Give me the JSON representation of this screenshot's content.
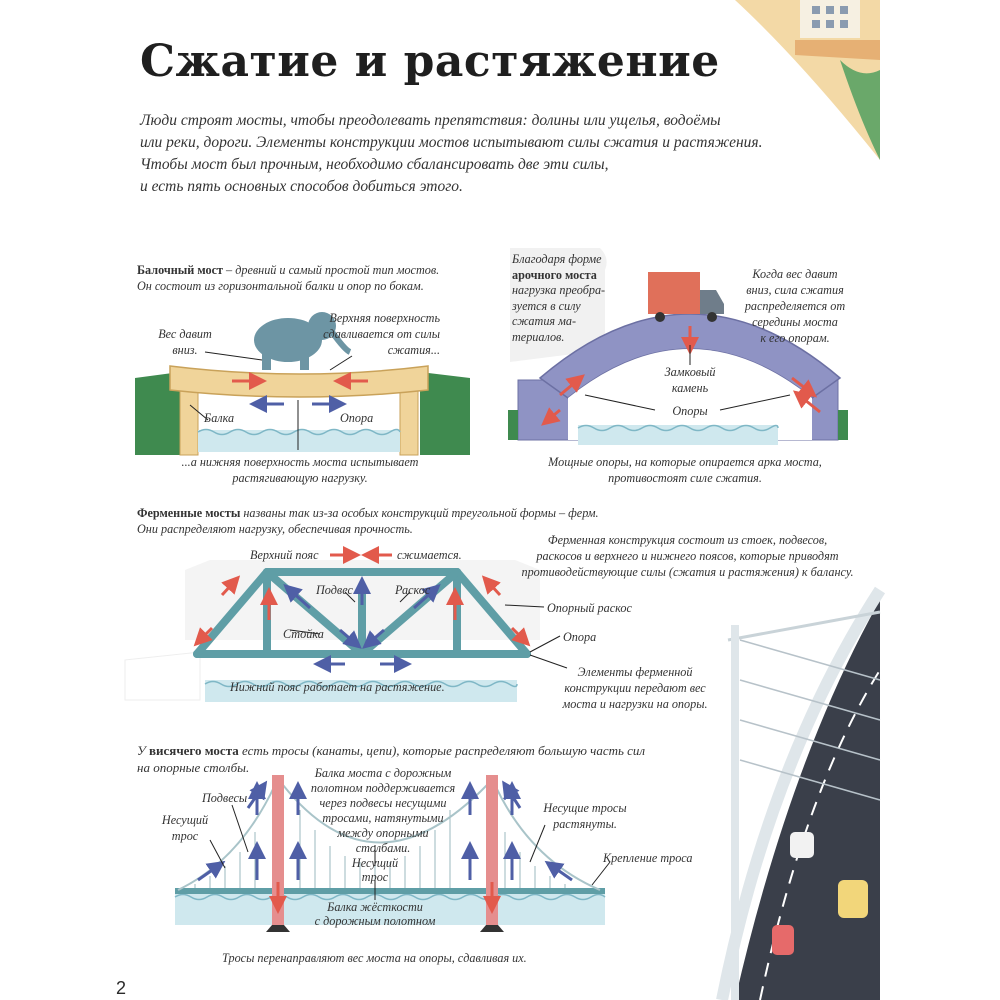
{
  "page": {
    "title": "Сжатие и растяжение",
    "intro": [
      "Люди строят мосты, чтобы преодолевать препятствия: долины или ущелья, водоёмы",
      "или реки, дороги. Элементы конструкции мостов испытывают силы сжатия и растяжения.",
      "Чтобы мост был прочным, необходимо сбалансировать две эти силы,",
      "и есть пять основных способов добиться этого."
    ],
    "page_number": "2"
  },
  "beam": {
    "heading_bold": "Балочный мост",
    "heading_rest": " – древний и самый простой тип мостов.",
    "heading_line2": "Он состоит из горизонтальной балки и опор по бокам.",
    "label_weight": [
      "Вес давит",
      "вниз."
    ],
    "label_top": [
      "Верхняя поверхность",
      "сдавливается от силы",
      "сжатия..."
    ],
    "label_beam": "Балка",
    "label_support": "Опора",
    "label_bottom": [
      "...а нижняя поверхность моста испытывает",
      "растягивающую нагрузку."
    ]
  },
  "arch": {
    "left_text": [
      "Благодаря форме",
      "арочного моста",
      "нагрузка преобра-",
      "зуется в силу",
      "сжатия ма-",
      "териалов."
    ],
    "left_bold_line": 1,
    "right_text": [
      "Когда вес давит",
      "вниз, сила сжатия",
      "распределяется от",
      "середины моста",
      "к его опорам."
    ],
    "label_keystone": [
      "Замковый",
      "камень"
    ],
    "label_supports": "Опоры",
    "label_bottom": [
      "Мощные опоры, на которые опирается арка моста,",
      "противостоят силе сжатия."
    ]
  },
  "truss": {
    "heading_bold": "Ферменные мосты",
    "heading_rest": " названы так из-за особых конструкций треугольной формы – ферм.",
    "heading_line2": "Они распределяют нагрузку, обеспечивая прочность.",
    "right_text": [
      "Ферменная конструкция состоит из стоек, подвесов,",
      "раскосов и верхнего и нижнего поясов, которые приводят",
      "противодействующие силы (сжатия и растяжения) к балансу."
    ],
    "label_top_chord": "Верхний пояс",
    "label_compressed": "сжимается.",
    "label_hanger": "Подвес",
    "label_diagonal": "Раскос",
    "label_post": "Стойка",
    "label_end_diagonal": "Опорный раскос",
    "label_support": "Опора",
    "label_bottom": "Нижний пояс работает на растяжение.",
    "label_elements": [
      "Элементы ферменной",
      "конструкции передают вес",
      "моста и нагрузки на опоры."
    ]
  },
  "suspension": {
    "heading_pre": "У ",
    "heading_bold": "висячего моста",
    "heading_rest": " есть тросы (канаты, цепи), которые распределяют большую часть сил",
    "heading_line2": "на опорные столбы.",
    "label_hangers": "Подвесы",
    "label_main_cable_left": [
      "Несущий",
      "трос"
    ],
    "label_deck": [
      "Балка моста с дорожным",
      "полотном поддерживается",
      "через подвесы несущими",
      "тросами, натянутыми",
      "между опорными",
      "столбами."
    ],
    "label_main_cable_mid": [
      "Несущий",
      "трос"
    ],
    "label_cables_tension": [
      "Несущие тросы",
      "растянуты."
    ],
    "label_anchor": "Крепление троса",
    "label_stiffening": [
      "Балка жёсткости",
      "с дорожным полотном"
    ],
    "label_bottom": "Тросы перенаправляют вес моста на опоры, сдавливая их."
  },
  "colors": {
    "arrow_red": "#e25a4c",
    "arrow_blue": "#4f5fa6",
    "water": "#cfe8ee",
    "bridge_teal": "#5f9ea6",
    "pillar_pink": "#e58e8e",
    "stone": "#8f93c4",
    "grass": "#3f8a4f",
    "beam_tan": "#f0d49a"
  }
}
